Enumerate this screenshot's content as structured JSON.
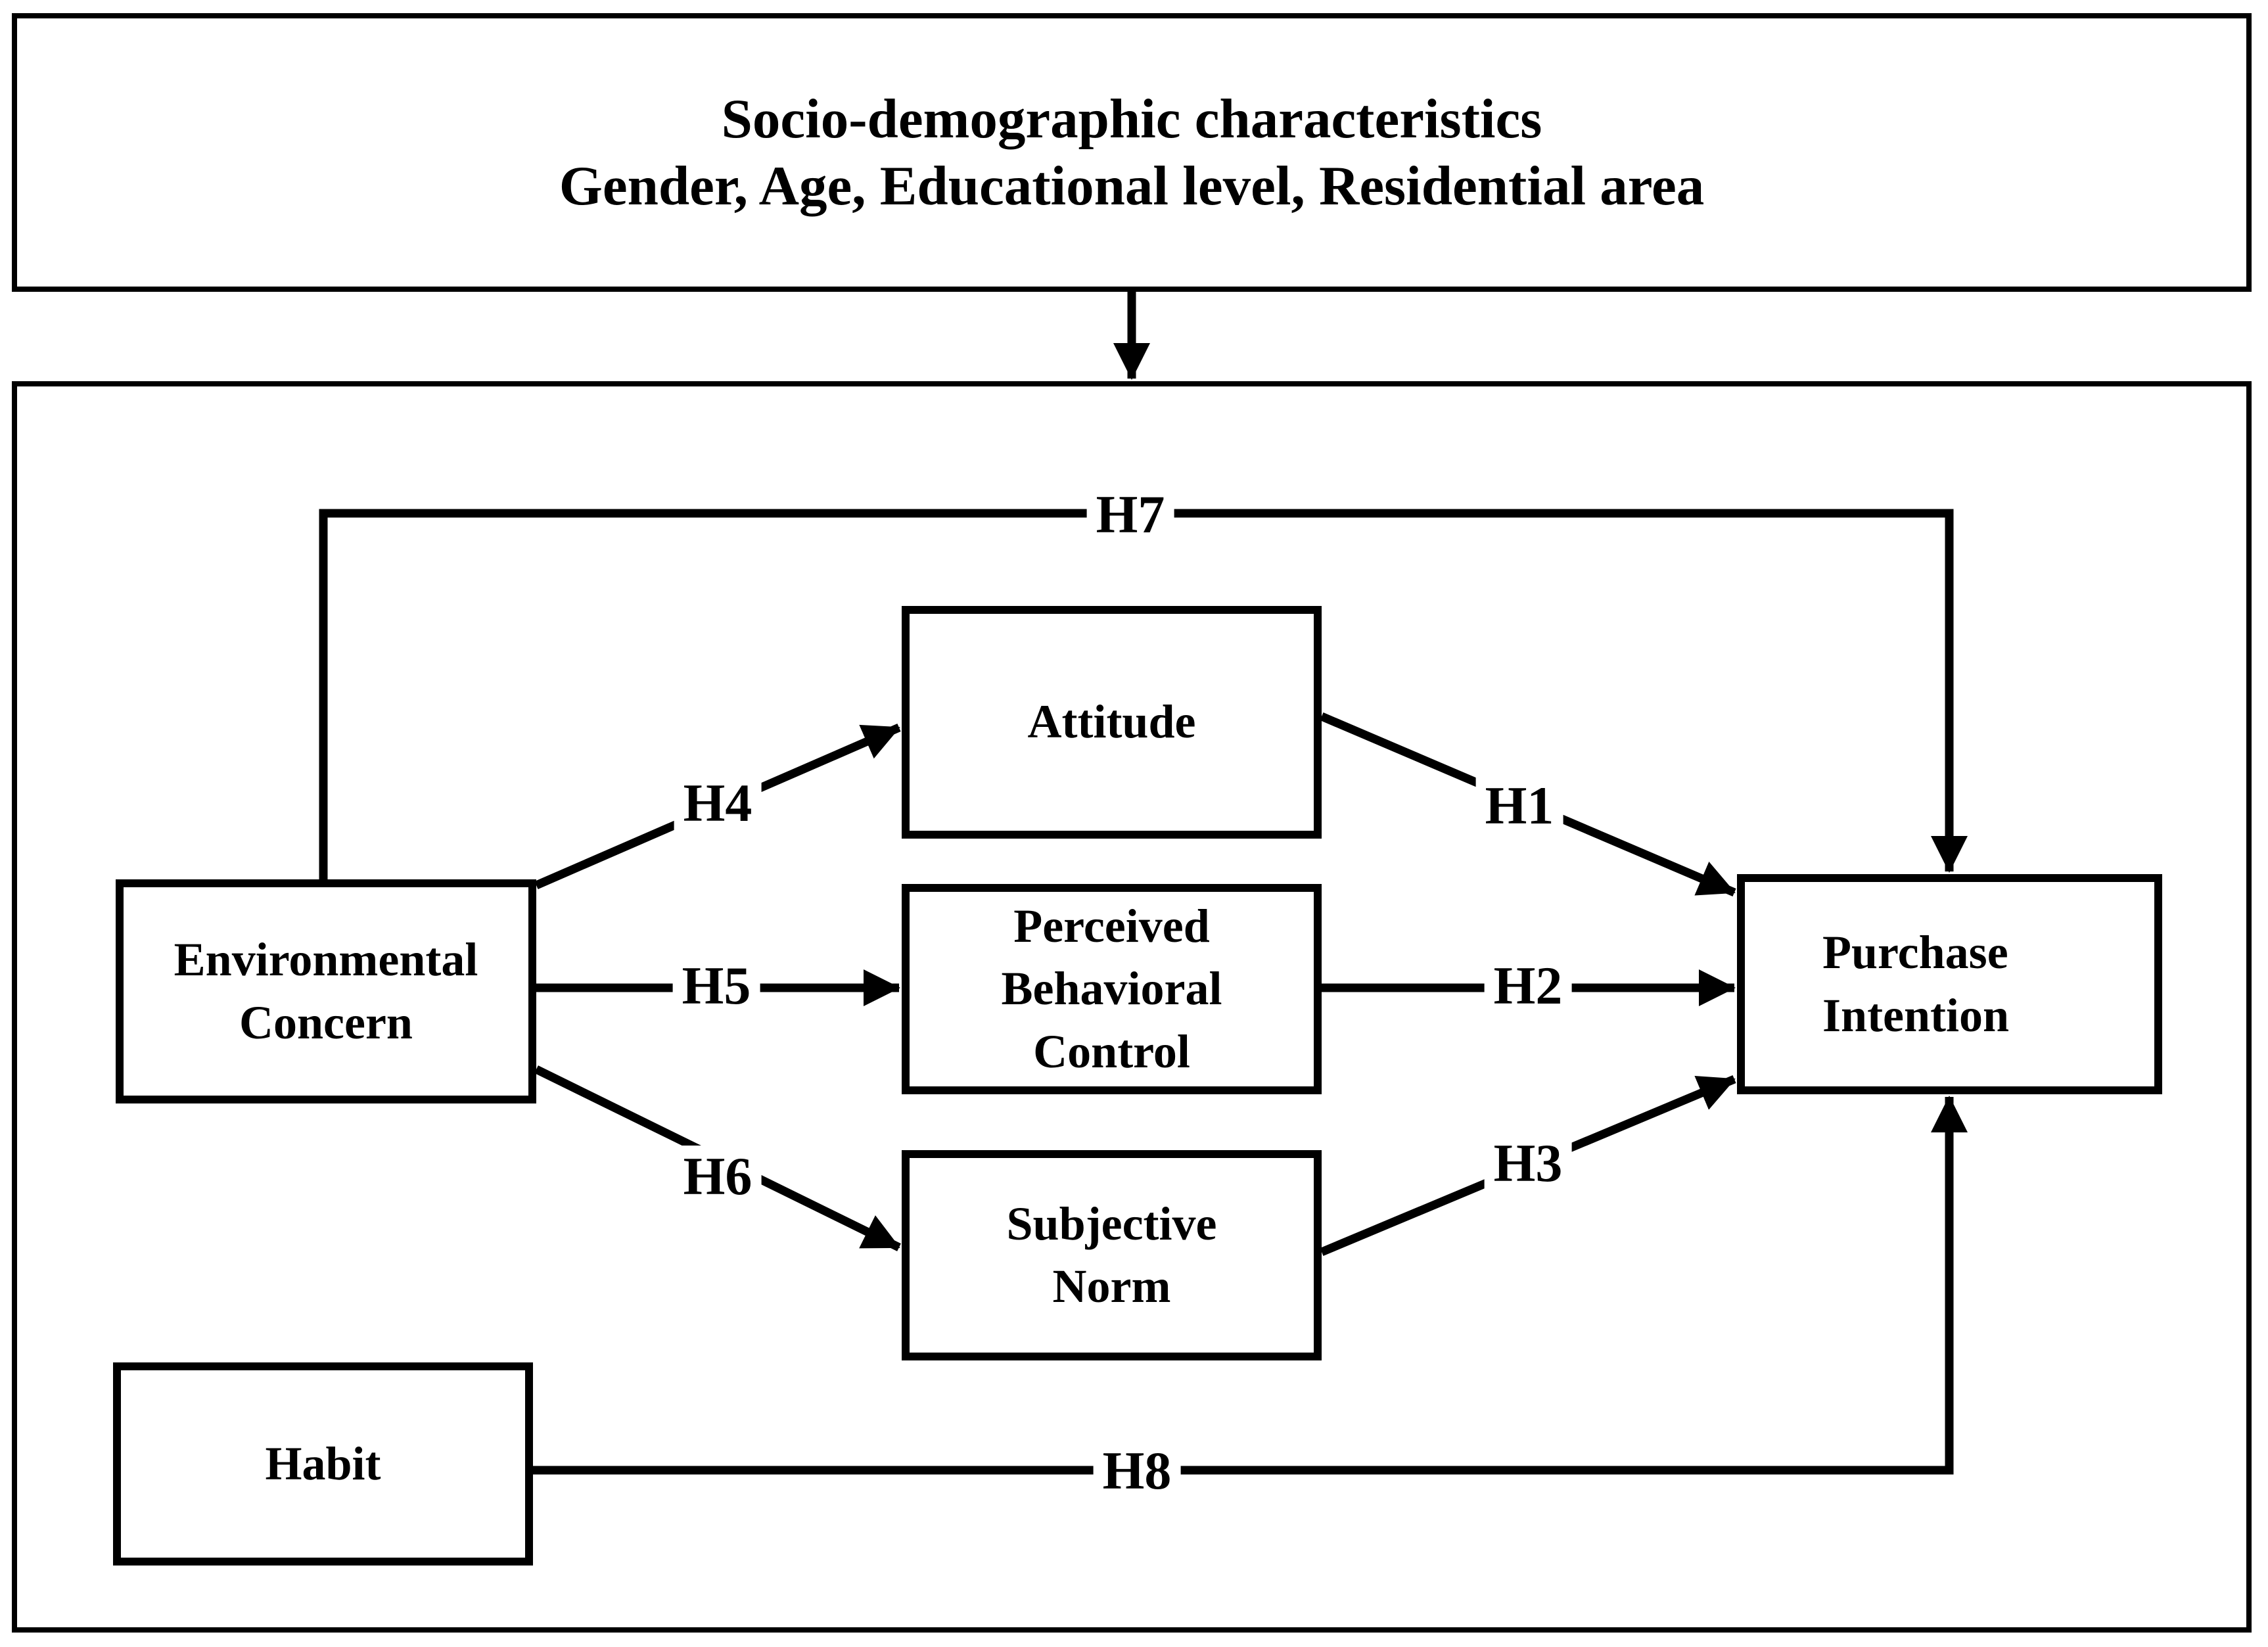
{
  "header": {
    "lines": [
      "Socio-demographic characteristics",
      "Gender, Age, Educational level, Residential area"
    ]
  },
  "nodes": {
    "environmental_concern": {
      "lines": [
        "Environmental",
        "Concern"
      ]
    },
    "attitude": {
      "lines": [
        "Attitude"
      ]
    },
    "perceived_behavioral_control": {
      "lines": [
        "Perceived",
        "Behavioral",
        "Control"
      ]
    },
    "subjective_norm": {
      "lines": [
        "Subjective",
        "Norm"
      ]
    },
    "purchase_intention": {
      "lines": [
        "Purchase",
        "Intention"
      ]
    },
    "habit": {
      "lines": [
        "Habit"
      ]
    }
  },
  "edges": [
    {
      "id": "H1",
      "from": "Attitude",
      "to": "Purchase Intention"
    },
    {
      "id": "H2",
      "from": "Perceived Behavioral Control",
      "to": "Purchase Intention"
    },
    {
      "id": "H3",
      "from": "Subjective Norm",
      "to": "Purchase Intention"
    },
    {
      "id": "H4",
      "from": "Environmental Concern",
      "to": "Attitude"
    },
    {
      "id": "H5",
      "from": "Environmental Concern",
      "to": "Perceived Behavioral Control"
    },
    {
      "id": "H6",
      "from": "Environmental Concern",
      "to": "Subjective Norm"
    },
    {
      "id": "H7",
      "from": "Environmental Concern",
      "to": "Purchase Intention"
    },
    {
      "id": "H8",
      "from": "Habit",
      "to": "Purchase Intention"
    },
    {
      "id": "",
      "from": "Socio-demographic characteristics",
      "to": "Purchase intention model"
    }
  ],
  "colors": {
    "line": "#000000",
    "text": "#000000",
    "background": "#ffffff"
  }
}
